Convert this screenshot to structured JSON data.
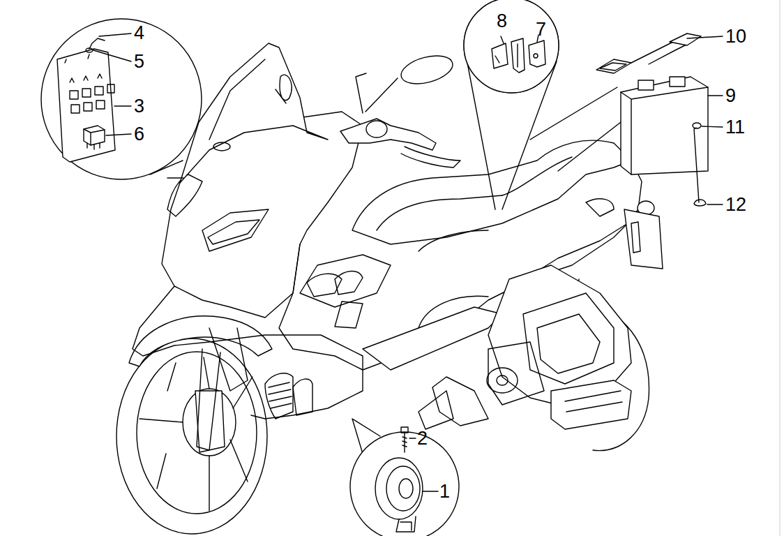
{
  "diagram": {
    "labels": [
      "4",
      "5",
      "3",
      "6",
      "8",
      "7",
      "10",
      "9",
      "11",
      "12",
      "2",
      "1"
    ]
  }
}
